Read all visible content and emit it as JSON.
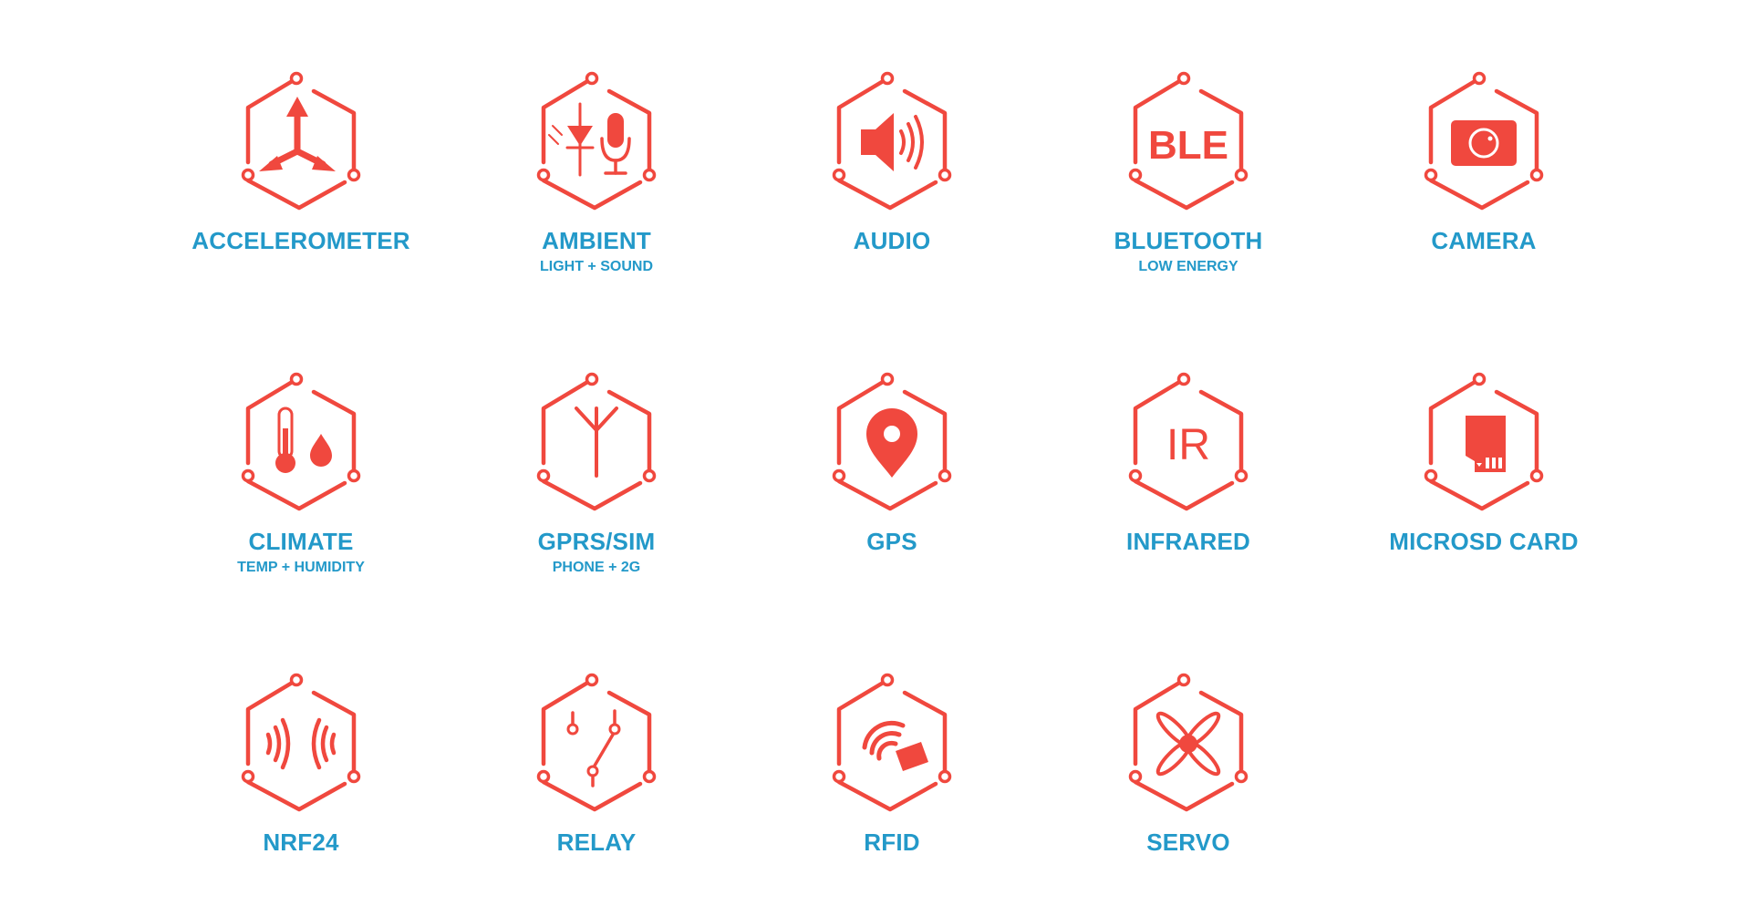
{
  "modules": [
    {
      "title": "ACCELEROMETER",
      "subtitle": "",
      "icon": "accelerometer-icon"
    },
    {
      "title": "AMBIENT",
      "subtitle": "LIGHT + SOUND",
      "icon": "ambient-icon"
    },
    {
      "title": "AUDIO",
      "subtitle": "",
      "icon": "audio-icon"
    },
    {
      "title": "BLUETOOTH",
      "subtitle": "LOW ENERGY",
      "icon": "bluetooth-icon",
      "glyph": "BLE"
    },
    {
      "title": "CAMERA",
      "subtitle": "",
      "icon": "camera-icon"
    },
    {
      "title": "CLIMATE",
      "subtitle": "TEMP + HUMIDITY",
      "icon": "climate-icon"
    },
    {
      "title": "GPRS/SIM",
      "subtitle": "PHONE + 2G",
      "icon": "gprs-antenna-icon"
    },
    {
      "title": "GPS",
      "subtitle": "",
      "icon": "gps-pin-icon"
    },
    {
      "title": "INFRARED",
      "subtitle": "",
      "icon": "infrared-icon",
      "glyph": "IR"
    },
    {
      "title": "MICROSD CARD",
      "subtitle": "",
      "icon": "microsd-card-icon"
    },
    {
      "title": "NRF24",
      "subtitle": "",
      "icon": "nrf24-icon"
    },
    {
      "title": "RELAY",
      "subtitle": "",
      "icon": "relay-switch-icon"
    },
    {
      "title": "RFID",
      "subtitle": "",
      "icon": "rfid-icon"
    },
    {
      "title": "SERVO",
      "subtitle": "",
      "icon": "servo-propeller-icon"
    }
  ],
  "colors": {
    "icon": "#f0483e",
    "label": "#2399c9",
    "background": "#ffffff"
  }
}
